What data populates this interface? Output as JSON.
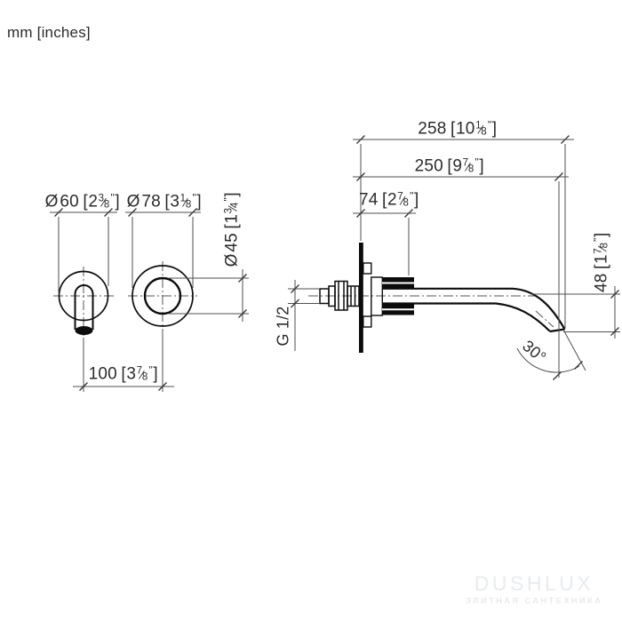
{
  "meta": {
    "units_label": "mm [inches]"
  },
  "views": {
    "front": {
      "dims": {
        "spout_escutcheon_dia": {
          "prefix": "Ø",
          "mm": "60",
          "in_whole": "2",
          "in_num": "3",
          "in_den": "8"
        },
        "handle_escutcheon_dia": {
          "prefix": "Ø",
          "mm": "78",
          "in_whole": "3",
          "in_num": "1",
          "in_den": "8"
        },
        "handle_dia": {
          "prefix": "Ø",
          "mm": "45",
          "in_whole": "1",
          "in_num": "3",
          "in_den": "4"
        },
        "center_distance": {
          "mm": "100",
          "in_whole": "3",
          "in_num": "7",
          "in_den": "8"
        }
      }
    },
    "side": {
      "dims": {
        "total_projection": {
          "mm": "258",
          "in_whole": "10",
          "in_num": "1",
          "in_den": "8"
        },
        "spout_reach": {
          "mm": "250",
          "in_whole": "9",
          "in_num": "7",
          "in_den": "8"
        },
        "body_depth": {
          "mm": "74",
          "in_whole": "2",
          "in_num": "7",
          "in_den": "8"
        },
        "drop_height": {
          "mm": "48",
          "in_whole": "1",
          "in_num": "7",
          "in_den": "8"
        }
      },
      "thread_label": "G 1/2",
      "spout_angle": "30°"
    }
  },
  "watermark": {
    "title": "DUSHLUX",
    "subtitle": "элитная сантехника"
  },
  "colors": {
    "object_line": "#0d0d0d",
    "dim_line": "#4f4f4f",
    "text": "#2b2b2b",
    "watermark": "#e8ebee",
    "background": "#ffffff"
  }
}
